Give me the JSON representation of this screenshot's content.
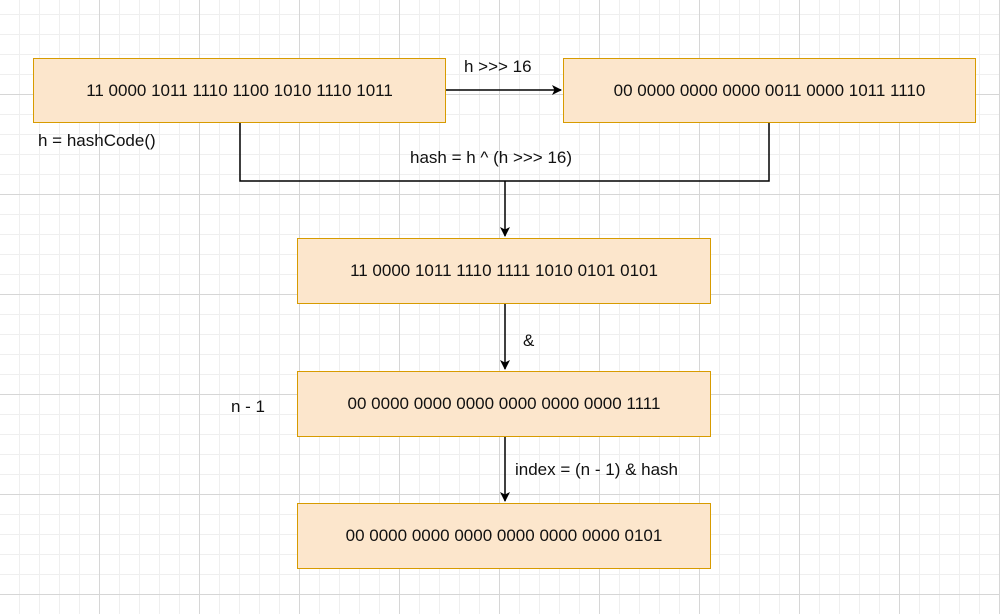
{
  "boxes": {
    "h_value": "11 0000 1011 1110 1100 1010 1110 1011",
    "shifted_value": "00 0000 0000 0000 0011 0000 1011 1110",
    "hash_value": "11 0000 1011 1110 1111 1010 0101 0101",
    "mask_value": "00 0000 0000 0000 0000 0000 0000 1111",
    "index_value": "00 0000 0000 0000 0000 0000 0000 0101"
  },
  "labels": {
    "shift_op": "h >>> 16",
    "hashcode": "h = hashCode()",
    "xor_op": "hash = h ^ (h >>> 16)",
    "and_op": "&",
    "n_minus_1": "n - 1",
    "index_formula": "index = (n - 1) & hash"
  },
  "colors": {
    "box_fill": "#fce6cc",
    "box_border": "#d79b00",
    "line": "#000000"
  }
}
